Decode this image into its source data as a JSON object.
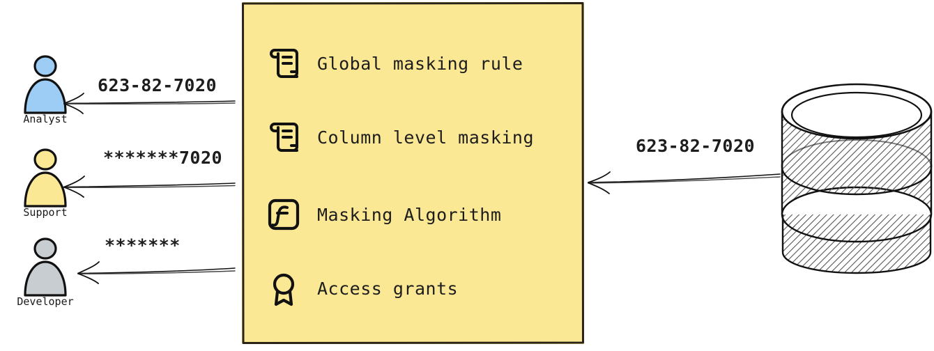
{
  "diagram": {
    "type": "data-masking-flow",
    "colors": {
      "panel_fill": "#FBE894",
      "actor_analyst": "#9DCDF5",
      "actor_support": "#FBE894",
      "actor_developer": "#C8CDD2",
      "stroke": "#111111",
      "text": "#1d1d1d"
    }
  },
  "actors": [
    {
      "id": "analyst",
      "label": "Analyst",
      "icon": "person-icon",
      "fill": "#9DCDF5",
      "received_value": "623-82-7020"
    },
    {
      "id": "support",
      "label": "Support",
      "icon": "person-icon",
      "fill": "#FBE894",
      "received_value": "*******7020"
    },
    {
      "id": "developer",
      "label": "Developer",
      "icon": "person-icon",
      "fill": "#C8CDD2",
      "received_value": "*******"
    }
  ],
  "policy_panel": {
    "items": [
      {
        "icon": "scroll-icon",
        "label": "Global masking rule"
      },
      {
        "icon": "scroll-icon",
        "label": "Column level masking"
      },
      {
        "icon": "function-icon",
        "label": "Masking Algorithm"
      },
      {
        "icon": "award-icon",
        "label": "Access grants"
      }
    ]
  },
  "source": {
    "icon": "database-icon",
    "label": "",
    "emitted_value": "623-82-7020"
  }
}
